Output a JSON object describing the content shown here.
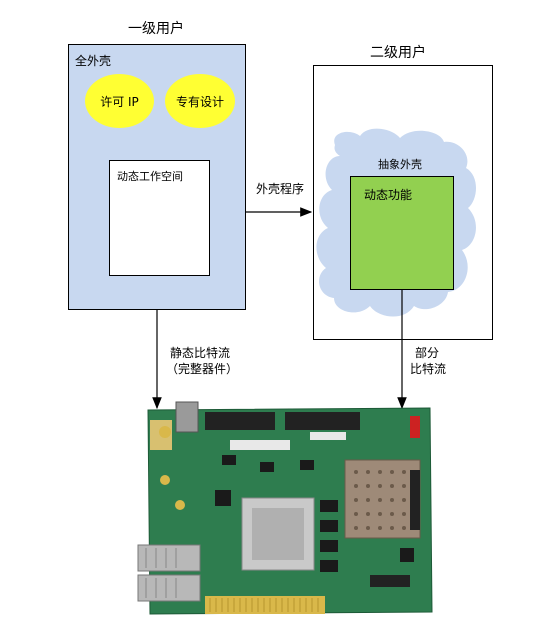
{
  "level1_user": {
    "title": "一级用户"
  },
  "full_shell": {
    "label": "全外壳",
    "licensed_ip": "许可 IP",
    "proprietary_design": "专有设计",
    "dynamic_workspace": "动态工作空间"
  },
  "shell_program": "外壳程序",
  "level2_user": {
    "title": "二级用户",
    "abstract_shell": "抽象外壳",
    "dynamic_function": "动态功能"
  },
  "static_bitstream": {
    "line1": "静态比特流",
    "line2": "（完整器件）"
  },
  "partial_bitstream": {
    "line1": "部分",
    "line2": "比特流"
  },
  "colors": {
    "shell_blue": "#c8d8f0",
    "ip_yellow": "#ffff33",
    "function_green": "#92d050",
    "board_green": "#2e7d4f"
  }
}
